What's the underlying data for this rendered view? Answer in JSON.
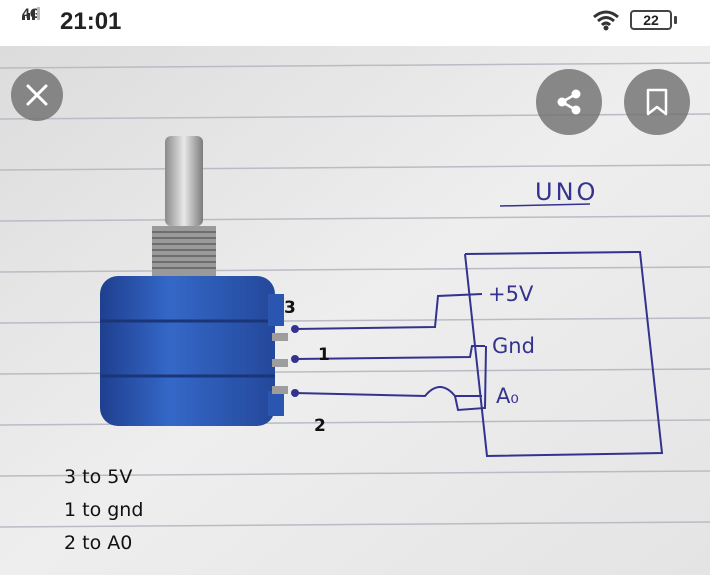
{
  "status_bar": {
    "network": "4G",
    "time": "21:01",
    "battery": "22"
  },
  "viewer": {
    "close_icon": "close-icon",
    "share_icon": "share-icon",
    "bookmark_icon": "bookmark-icon"
  },
  "photo": {
    "pin_labels": [
      "3",
      "1",
      "2"
    ],
    "board_label": "UNO",
    "board_pins": [
      "+5V",
      "Gnd",
      "A₀"
    ],
    "notes": [
      "3 to 5V",
      "1 to gnd",
      "2 to A0"
    ],
    "colors": {
      "potentiometer": "#2f5fbf",
      "ink": "#33338f",
      "paper": "#ebebeb"
    }
  }
}
